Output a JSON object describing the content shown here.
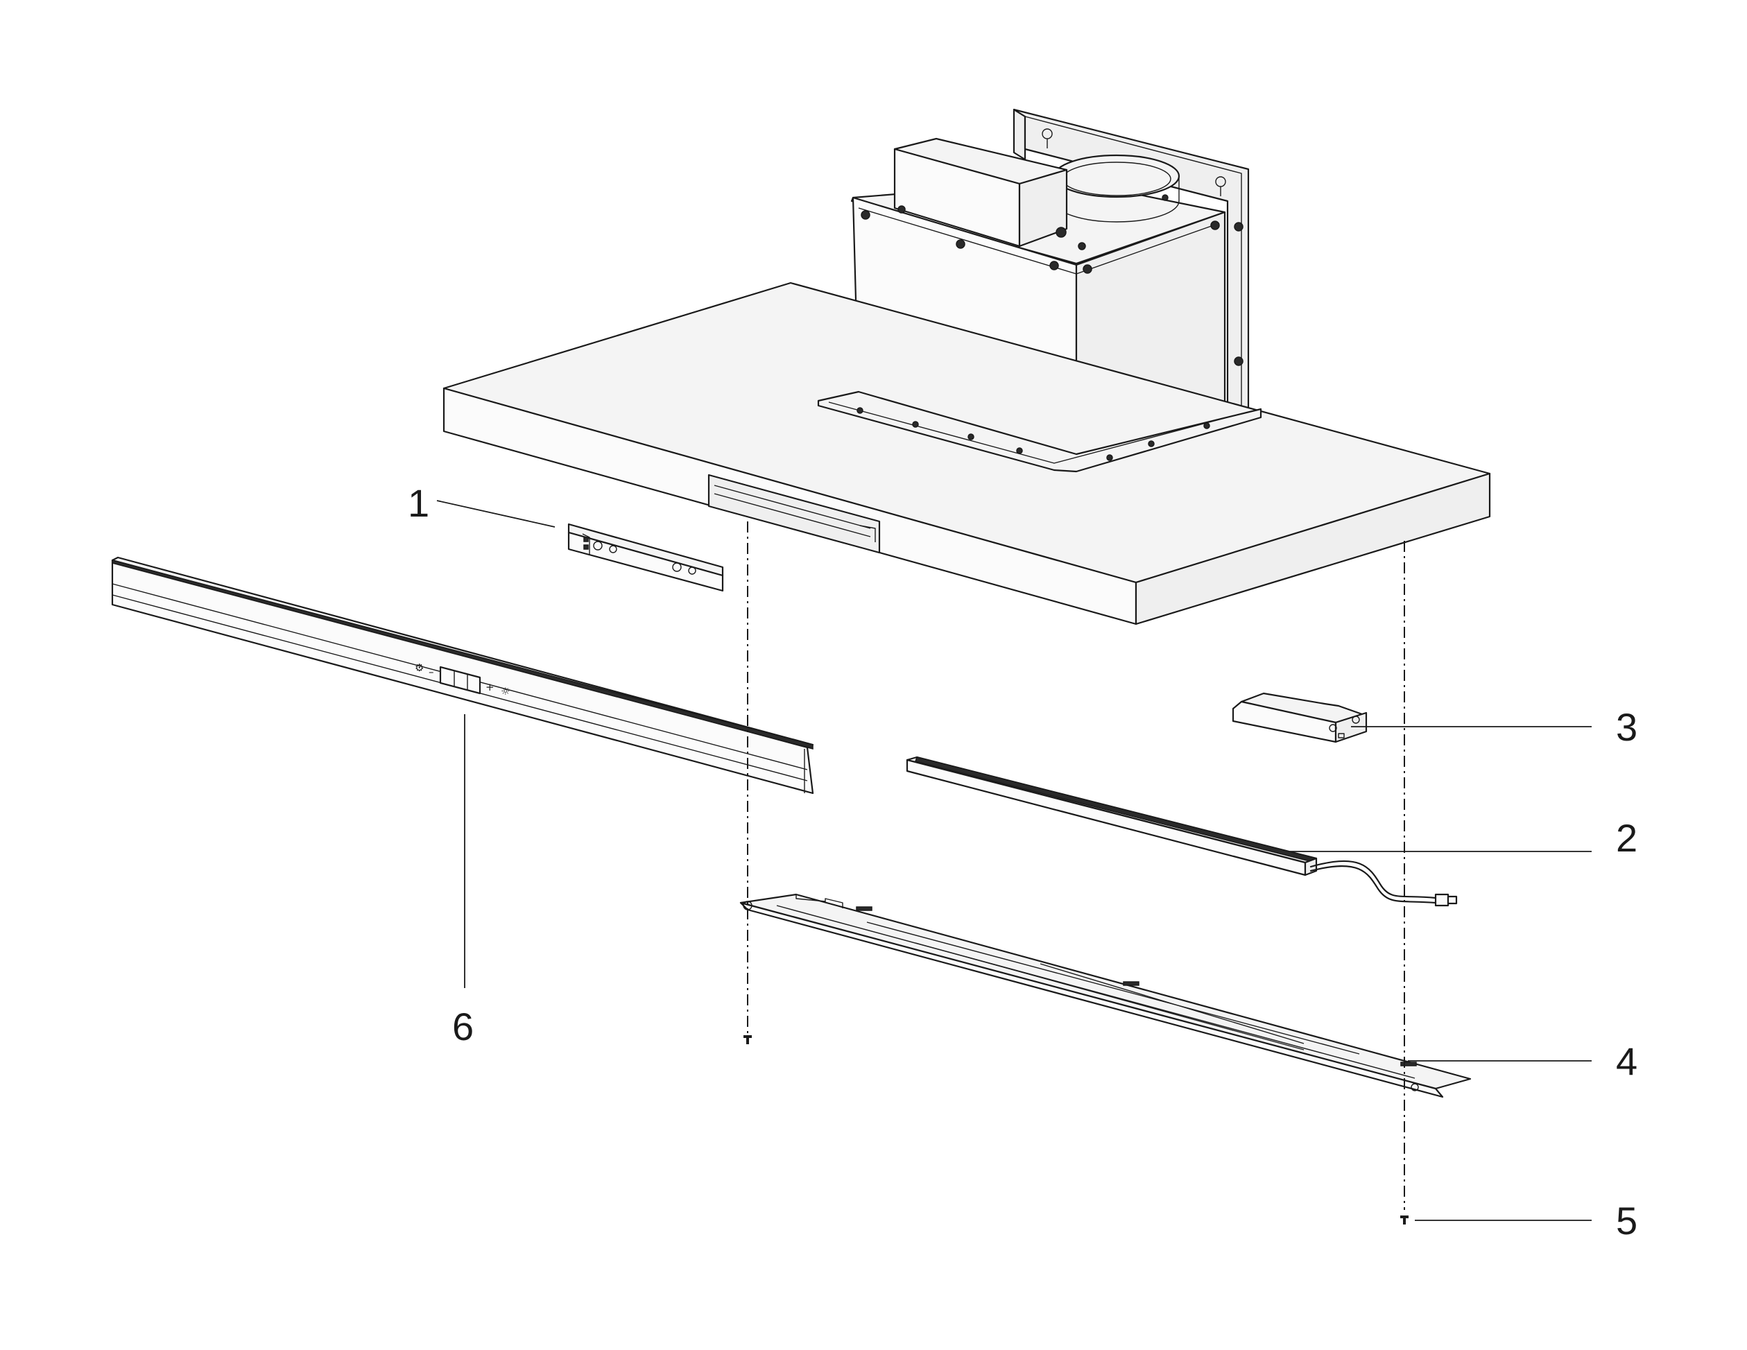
{
  "callouts": [
    {
      "id": "1",
      "label": "1",
      "part": "control-module"
    },
    {
      "id": "2",
      "label": "2",
      "part": "led-light-bar"
    },
    {
      "id": "3",
      "label": "3",
      "part": "transformer"
    },
    {
      "id": "4",
      "label": "4",
      "part": "light-bracket"
    },
    {
      "id": "5",
      "label": "5",
      "part": "screw"
    },
    {
      "id": "6",
      "label": "6",
      "part": "control-panel-strip"
    }
  ],
  "control_panel": {
    "symbols": {
      "fan": "⚙",
      "minus": "–",
      "plus": "+",
      "light": "☼"
    }
  },
  "colors": {
    "line": "#1a1a1a",
    "background": "#ffffff"
  }
}
